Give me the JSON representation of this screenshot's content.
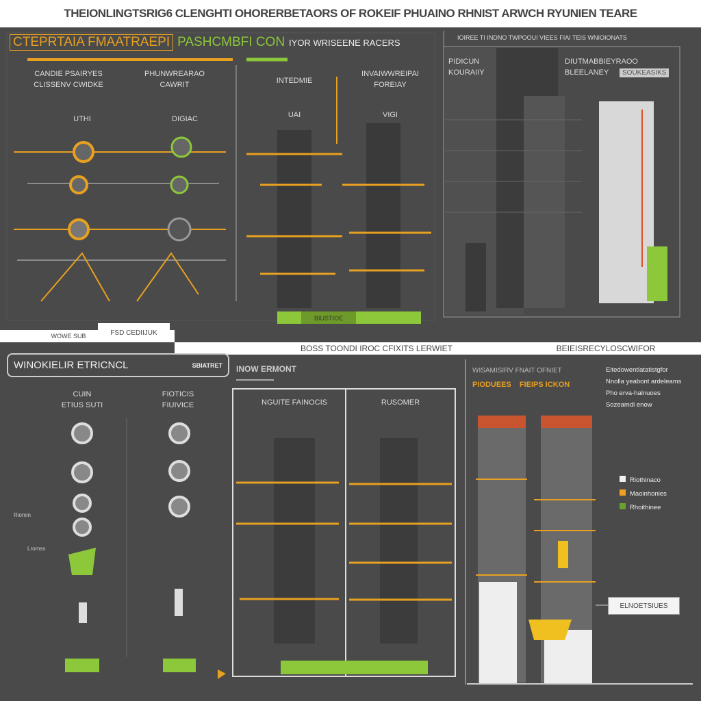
{
  "title": "THEIONLINGTSRIG6 CLENGHTI OHORERBETAORS OF ROKEIF PHUAINO RHNIST ARWCH RYUNIEN TEARE",
  "top": {
    "header_orange": "CTEPRTAIA FMAATRAEPI",
    "header_green": "PASHCMBFI CON",
    "header_white": "IYOR WRISEENE RACERS",
    "col1": [
      "CANDIE PSAIRYES",
      "CLISSENV CWIDKE"
    ],
    "col2": [
      "PHUNWREARAO",
      "CAWRIT"
    ],
    "col3": "INTEDMIE",
    "col4": [
      "INVAIWWREIPAI",
      "FOREIAY"
    ],
    "sub1": "UTHI",
    "sub2": "DIGIAC",
    "sub3": "UAI",
    "sub4": "VIGI",
    "base_label": "BIUSTIOE",
    "right_header": "IOIREE TI INDNO TWPOOUI VIEES FIAI TEIS WNIOIONATS",
    "right_label1": [
      "PIDICUN",
      "KOURAIIY"
    ],
    "right_label2": [
      "DIUTMABBIEYRAOO",
      "BLEELANEY"
    ],
    "right_badge": "SOUKEASIKS"
  },
  "strip": {
    "left": "WOWE SUB",
    "tab": "FSD CEDIIJUK",
    "center": "BOSS TOONDI IROC CFIXITS LERWIET",
    "right": "BEIEISRECYLOSCWIFOR"
  },
  "bottom": {
    "box_title": "WINOKIELIR ETRICNCL",
    "badge": "SBIATRET",
    "section": "INOW ERMONT",
    "col1": [
      "CUIN",
      "ETIUS SUTI"
    ],
    "col2": [
      "FIOTICIS",
      "FIUIVICE"
    ],
    "col3": "NGUITE FAINOCIS",
    "col4": "RUSOMER",
    "side1": "Riomin",
    "side2": "Lromss",
    "right_title": "WISAMISIRV FNAIT OFNIET",
    "right_orange1": "PIODUEES",
    "right_orange2": "FIEIPS ICKON",
    "notes": [
      "Eitedowentlatatistgfor",
      "Nnolla yeabont ardeleams",
      "Pho erva-halnuoes",
      "Sozeamdl enow"
    ],
    "legend": [
      {
        "label": "Riothinaco",
        "color": "#f0f0f0"
      },
      {
        "label": "Maoinhonies",
        "color": "#f0a020"
      },
      {
        "label": "Rhoithinee",
        "color": "#6aa030"
      }
    ],
    "callout": "ELNOETSIUES"
  },
  "colors": {
    "orange": "#e8a020",
    "green": "#8cc83a",
    "bg": "#4a4a4a"
  }
}
